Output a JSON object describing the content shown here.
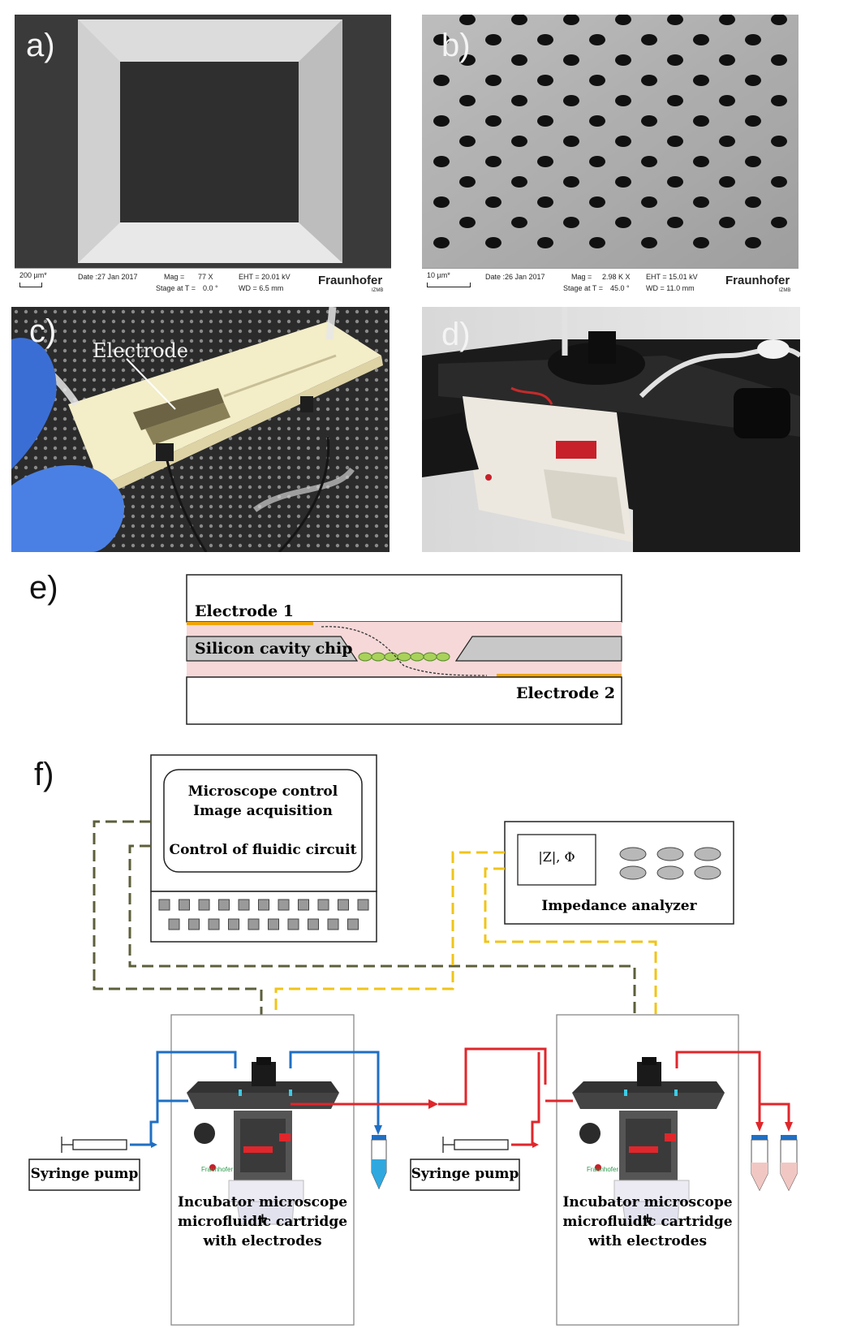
{
  "panels": {
    "a": {
      "letter": "a)",
      "scale": "200 µm*",
      "date": "Date :27 Jan 2017",
      "mag": "Mag =",
      "mag_value": "77 X",
      "stage": "Stage at T =",
      "stage_value": "0.0 °",
      "eht": "EHT = 20.01 kV",
      "wd": "WD = 6.5 mm",
      "logo": "Fraunhofer",
      "logo_sub": "IZMB"
    },
    "b": {
      "letter": "b)",
      "scale": "10 µm*",
      "date": "Date :26 Jan 2017",
      "mag": "Mag =",
      "mag_value": "2.98 K X",
      "stage": "Stage at T =",
      "stage_value": "45.0 °",
      "eht": "EHT = 15.01 kV",
      "wd": "WD = 11.0 mm",
      "logo": "Fraunhofer",
      "logo_sub": "IZMB"
    },
    "c": {
      "letter": "c)",
      "label": "Electrode"
    },
    "d": {
      "letter": "d)"
    },
    "e": {
      "letter": "e)",
      "electrode1": "Electrode 1",
      "electrode2": "Electrode 2",
      "chip": "Silicon cavity chip"
    },
    "f": {
      "letter": "f)",
      "computer_lines": [
        "Microscope control",
        "Image acquisition",
        "Control of fluidic circuit"
      ],
      "analyzer_display": "|Z|, Φ",
      "analyzer_label": "Impedance analyzer",
      "pump_label": "Syringe pump",
      "incubator_lines": [
        "Incubator microscope +",
        "microfluidic cartridge",
        "with electrodes"
      ],
      "device_logo": "Fraunhofer"
    }
  },
  "colors": {
    "electrode": "#f0a500",
    "medium": "#f6d8d8",
    "chip": "#c8c8c8",
    "cells": "#a8d25a",
    "dashed_dark": "#5d5f3b",
    "dashed_yellow": "#f0c419",
    "flow_blue": "#1f6fc4",
    "flow_red": "#e0262b",
    "tube_blue": "#2fa8e0",
    "tube_pink": "#f1c7c3"
  }
}
